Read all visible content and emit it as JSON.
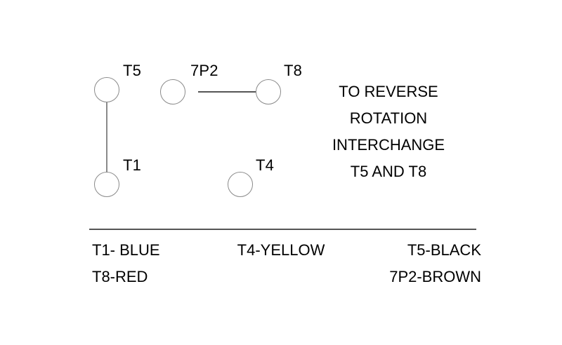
{
  "diagram": {
    "terminals": [
      {
        "id": "t5",
        "label": "T5"
      },
      {
        "id": "t1",
        "label": "T1"
      },
      {
        "id": "7p2",
        "label": "7P2"
      },
      {
        "id": "t8",
        "label": "T8"
      },
      {
        "id": "t4",
        "label": "T4"
      }
    ],
    "note_lines": [
      {
        "text": "TO REVERSE"
      },
      {
        "text": "ROTATION"
      },
      {
        "text": "INTERCHANGE"
      },
      {
        "text": "T5 AND T8"
      }
    ],
    "legend": {
      "left": [
        {
          "text": "T1- BLUE"
        },
        {
          "text": "T8-RED"
        }
      ],
      "middle": [
        {
          "text": "T4-YELLOW"
        }
      ],
      "right": [
        {
          "text": "T5-BLACK"
        },
        {
          "text": "7P2-BROWN"
        }
      ]
    },
    "colors": {
      "background": "#ffffff",
      "ink": "#000000",
      "circle_stroke": "#8a8a8a",
      "rule": "#555555"
    }
  }
}
